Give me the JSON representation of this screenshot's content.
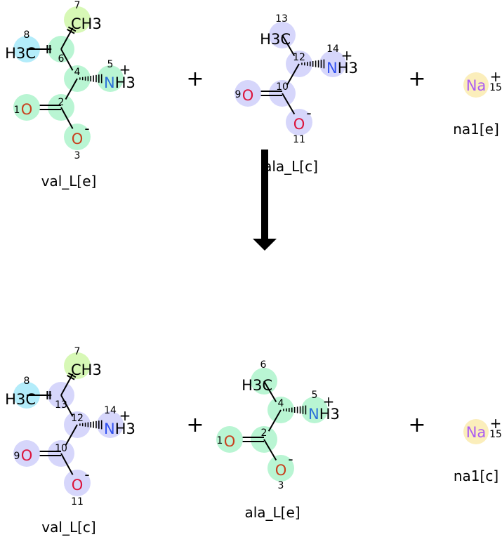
{
  "reaction": {
    "reactants": [
      {
        "name": "val_L[e]",
        "atoms": [
          {
            "num": "7",
            "label": "CH3",
            "color": "#000000",
            "highlight": "#d7f8b6"
          },
          {
            "num": "8",
            "label": "H3C",
            "color": "#000000",
            "highlight": "#b3ecfa"
          },
          {
            "num": "6",
            "label": "",
            "color": "#000000",
            "highlight": "#b9f5d3"
          },
          {
            "num": "4",
            "label": "",
            "color": "#000000",
            "highlight": "#b9f5d3"
          },
          {
            "num": "5",
            "label": "NH3",
            "color": "#2a70d8",
            "highlight": "#b9f5d3",
            "charge": "+"
          },
          {
            "num": "2",
            "label": "",
            "color": "#000000",
            "highlight": "#b9f5d3"
          },
          {
            "num": "1",
            "label": "O",
            "color": "#c8401e",
            "highlight": "#b9f5d3"
          },
          {
            "num": "3",
            "label": "O",
            "color": "#c8401e",
            "highlight": "#b9f5d3",
            "charge": "-"
          }
        ]
      },
      {
        "name": "ala_L[c]",
        "atoms": [
          {
            "num": "13",
            "label": "H3C",
            "color": "#000000",
            "highlight": "#d6d6fb"
          },
          {
            "num": "12",
            "label": "",
            "color": "#000000",
            "highlight": "#d6d6fb"
          },
          {
            "num": "14",
            "label": "NH3",
            "color": "#3050f0",
            "highlight": "#d6d6fb",
            "charge": "+"
          },
          {
            "num": "10",
            "label": "",
            "color": "#000000",
            "highlight": "#d6d6fb"
          },
          {
            "num": "9",
            "label": "O",
            "color": "#dc143c",
            "highlight": "#d6d6fb"
          },
          {
            "num": "11",
            "label": "O",
            "color": "#dc143c",
            "highlight": "#d6d6fb",
            "charge": "-"
          }
        ]
      },
      {
        "name": "na1[e]",
        "atoms": [
          {
            "num": "15",
            "label": "Na",
            "color": "#ab5cf2",
            "highlight": "#fbeebb",
            "charge": "+"
          }
        ]
      }
    ],
    "products": [
      {
        "name": "val_L[c]",
        "atoms": [
          {
            "num": "7",
            "label": "CH3",
            "color": "#000000",
            "highlight": "#d7f8b6"
          },
          {
            "num": "8",
            "label": "H3C",
            "color": "#000000",
            "highlight": "#b3ecfa"
          },
          {
            "num": "13",
            "label": "",
            "color": "#000000",
            "highlight": "#d6d6fb"
          },
          {
            "num": "12",
            "label": "",
            "color": "#000000",
            "highlight": "#d6d6fb"
          },
          {
            "num": "14",
            "label": "NH3",
            "color": "#3050f0",
            "highlight": "#d6d6fb",
            "charge": "+"
          },
          {
            "num": "10",
            "label": "",
            "color": "#000000",
            "highlight": "#d6d6fb"
          },
          {
            "num": "9",
            "label": "O",
            "color": "#dc143c",
            "highlight": "#d6d6fb"
          },
          {
            "num": "11",
            "label": "O",
            "color": "#dc143c",
            "highlight": "#d6d6fb",
            "charge": "-"
          }
        ]
      },
      {
        "name": "ala_L[e]",
        "atoms": [
          {
            "num": "6",
            "label": "H3C",
            "color": "#000000",
            "highlight": "#b9f5d3"
          },
          {
            "num": "4",
            "label": "",
            "color": "#000000",
            "highlight": "#b9f5d3"
          },
          {
            "num": "5",
            "label": "NH3",
            "color": "#2a70d8",
            "highlight": "#b9f5d3",
            "charge": "+"
          },
          {
            "num": "2",
            "label": "",
            "color": "#000000",
            "highlight": "#b9f5d3"
          },
          {
            "num": "1",
            "label": "O",
            "color": "#c8401e",
            "highlight": "#b9f5d3"
          },
          {
            "num": "3",
            "label": "O",
            "color": "#c8401e",
            "highlight": "#b9f5d3",
            "charge": "-"
          }
        ]
      },
      {
        "name": "na1[c]",
        "atoms": [
          {
            "num": "15",
            "label": "Na",
            "color": "#ab5cf2",
            "highlight": "#fbeebb",
            "charge": "+"
          }
        ]
      }
    ],
    "plus_signs": [
      "+",
      "+",
      "+",
      "+"
    ]
  }
}
